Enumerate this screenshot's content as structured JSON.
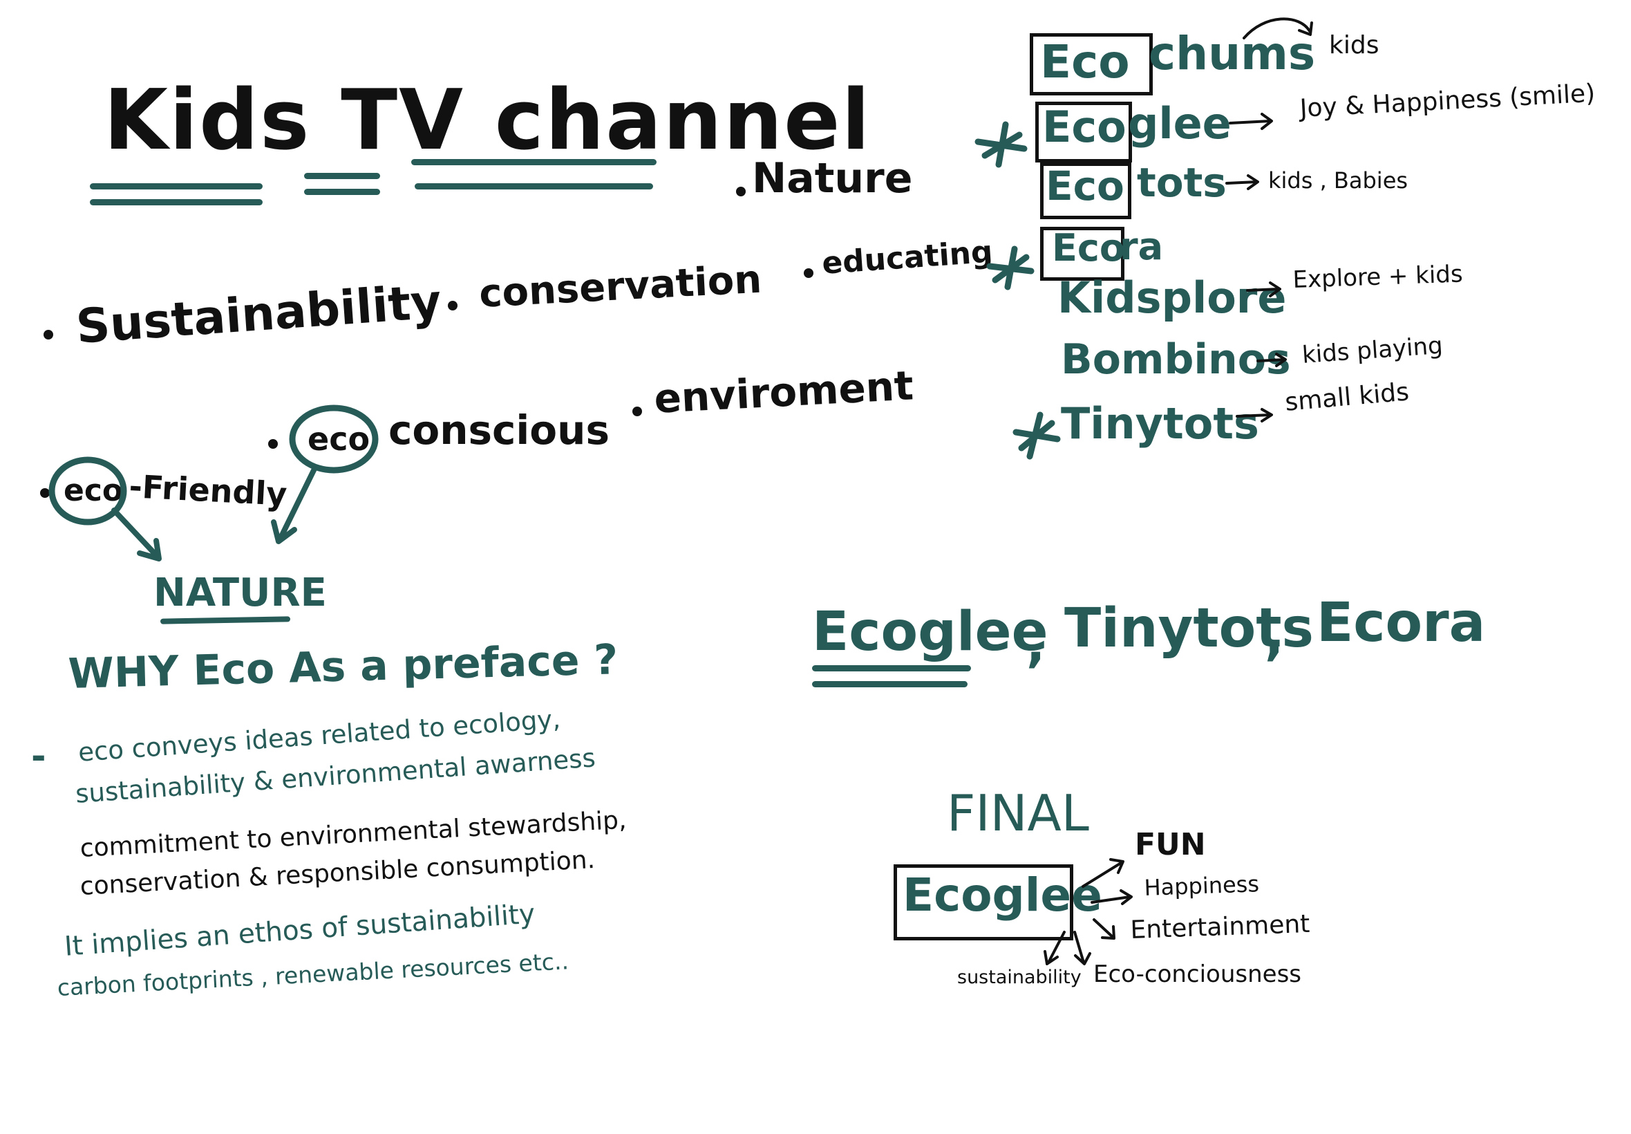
{
  "title": "Kids TV channel",
  "keywords": {
    "nature": "Nature",
    "educating": "educating",
    "conservation": "conservation",
    "sustainability": "Sustainability",
    "enviroment": "enviroment",
    "eco_conscious_eco": "eco",
    "eco_conscious_rest": "conscious",
    "eco_friendly_eco": "eco",
    "eco_friendly_rest": "-Friendly",
    "nature_caps": "NATURE"
  },
  "names": [
    {
      "prefix": "Eco",
      "rest": "chums",
      "meaning": "kids",
      "starred": false
    },
    {
      "prefix": "Eco",
      "rest": "glee",
      "meaning": "Joy & Happiness (smile)",
      "starred": true
    },
    {
      "prefix": "Eco",
      "rest": "tots",
      "meaning": "kids , Babies",
      "starred": false
    },
    {
      "prefix": "Eco",
      "rest": "ra",
      "meaning": "",
      "starred": true
    },
    {
      "prefix": "",
      "rest": "Kidsplore",
      "meaning": "Explore + kids",
      "starred": false
    },
    {
      "prefix": "",
      "rest": "Bombinos",
      "meaning": "kids playing",
      "starred": false
    },
    {
      "prefix": "",
      "rest": "Tinytots",
      "meaning": "small kids",
      "starred": true
    }
  ],
  "why": {
    "heading": "WHY Eco As a preface ?",
    "dash": "-",
    "line1": "eco conveys ideas related to ecology,",
    "line2": "sustainability & environmental awarness",
    "line3": "commitment to environmental stewardship,",
    "line4": "conservation & responsible consumption.",
    "line5": "It implies an ethos of sustainability",
    "line6": "carbon footprints , renewable resources etc.."
  },
  "shortlist": {
    "a": "Ecoglee",
    "sep1": ",",
    "b": "Tinytots",
    "sep2": ",",
    "c": "Ecora"
  },
  "final": {
    "label": "FINAL",
    "name": "Ecoglee",
    "fun": "FUN",
    "happiness": "Happiness",
    "entertainment": "Entertainment",
    "sustainability": "sustainability",
    "eco_consciousness": "Eco-conciousness"
  },
  "colors": {
    "ink": "#111111",
    "teal": "#275b58"
  }
}
